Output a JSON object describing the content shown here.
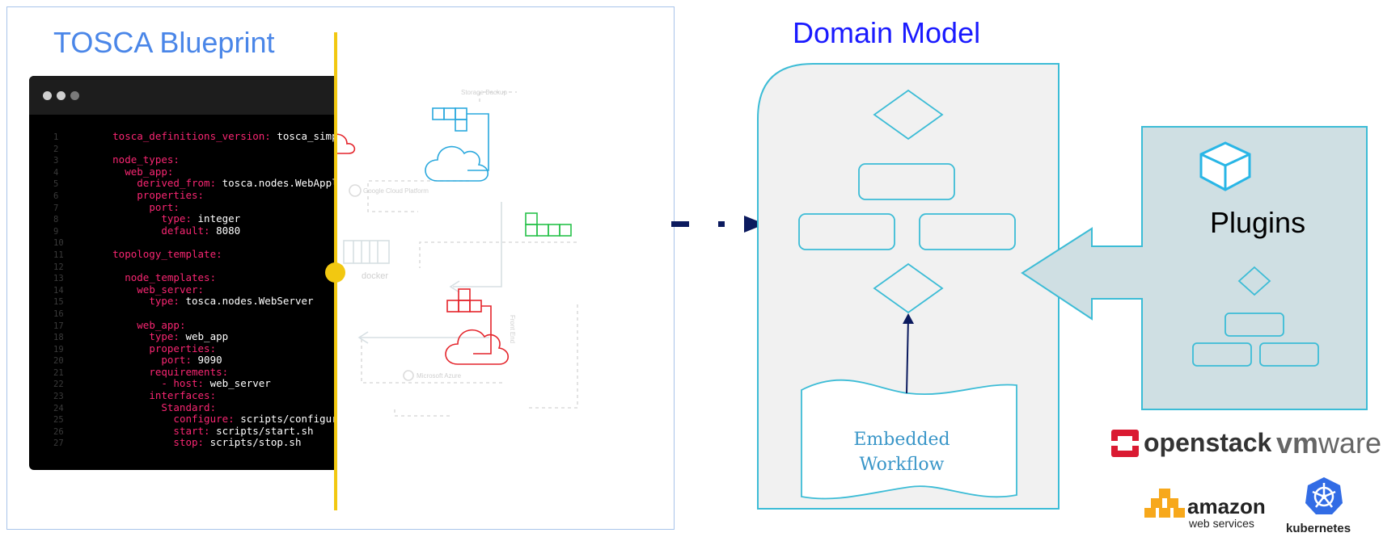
{
  "tosca": {
    "title": "TOSCA Blueprint",
    "code_lines": [
      {
        "n": "1",
        "k": "tosca_definitions_version:",
        "v": " tosca_simple",
        "i": "      "
      },
      {
        "n": "2",
        "k": "",
        "v": "",
        "i": ""
      },
      {
        "n": "3",
        "k": "node_types:",
        "v": "",
        "i": "      "
      },
      {
        "n": "4",
        "k": "web_app:",
        "v": "",
        "i": "        "
      },
      {
        "n": "5",
        "k": "derived_from:",
        "v": " tosca.nodes.WebApplic",
        "i": "          "
      },
      {
        "n": "6",
        "k": "properties:",
        "v": "",
        "i": "          "
      },
      {
        "n": "7",
        "k": "port:",
        "v": "",
        "i": "            "
      },
      {
        "n": "8",
        "k": "type:",
        "v": " integer",
        "i": "              "
      },
      {
        "n": "9",
        "k": "default:",
        "v": " 8080",
        "i": "              "
      },
      {
        "n": "10",
        "k": "",
        "v": "",
        "i": ""
      },
      {
        "n": "11",
        "k": "topology_template:",
        "v": "",
        "i": "      "
      },
      {
        "n": "12",
        "k": "",
        "v": "",
        "i": ""
      },
      {
        "n": "13",
        "k": "node_templates:",
        "v": "",
        "i": "        "
      },
      {
        "n": "14",
        "k": "web_server:",
        "v": "",
        "i": "          "
      },
      {
        "n": "15",
        "k": "type:",
        "v": " tosca.nodes.WebServer",
        "i": "            "
      },
      {
        "n": "16",
        "k": "",
        "v": "",
        "i": ""
      },
      {
        "n": "17",
        "k": "web_app:",
        "v": "",
        "i": "          "
      },
      {
        "n": "18",
        "k": "type:",
        "v": " web_app",
        "i": "            "
      },
      {
        "n": "19",
        "k": "properties:",
        "v": "",
        "i": "            "
      },
      {
        "n": "20",
        "k": "port:",
        "v": " 9090",
        "i": "              "
      },
      {
        "n": "21",
        "k": "requirements:",
        "v": "",
        "i": "            "
      },
      {
        "n": "22",
        "k": "- host:",
        "v": " web_server",
        "i": "              "
      },
      {
        "n": "23",
        "k": "interfaces:",
        "v": "",
        "i": "            "
      },
      {
        "n": "24",
        "k": "Standard:",
        "v": "",
        "i": "              "
      },
      {
        "n": "25",
        "k": "configure:",
        "v": " scripts/configure.",
        "i": "                "
      },
      {
        "n": "26",
        "k": "start:",
        "v": " scripts/start.sh",
        "i": "                "
      },
      {
        "n": "27",
        "k": "stop:",
        "v": " scripts/stop.sh",
        "i": "                "
      }
    ],
    "infra_labels": {
      "storage_backup": "Storage Backup",
      "google_cloud": "Google Cloud Platform",
      "docker": "docker",
      "front_end": "Front End",
      "azure": "Microsoft Azure"
    }
  },
  "domain_model": {
    "title": "Domain Model",
    "workflow_line1": "Embedded",
    "workflow_line2": "Workflow"
  },
  "plugins": {
    "label": "Plugins"
  },
  "logos": {
    "openstack": "openstack",
    "vmware_vm": "vm",
    "vmware_ware": "ware",
    "amazon": "amazon",
    "webservices": "web services",
    "kubernetes": "kubernetes"
  },
  "colors": {
    "accent_blue": "#4a86e8",
    "domain_title": "#1a1aff",
    "diagram_stroke": "#3cbcd6",
    "plugin_fill": "#cfdfe3",
    "divider": "#f2c811",
    "code_key": "#f92672",
    "openstack_red": "#da1a32",
    "aws_orange": "#f7a81b",
    "k8s_blue": "#326ce5",
    "arrow_navy": "#0b1a5e"
  }
}
